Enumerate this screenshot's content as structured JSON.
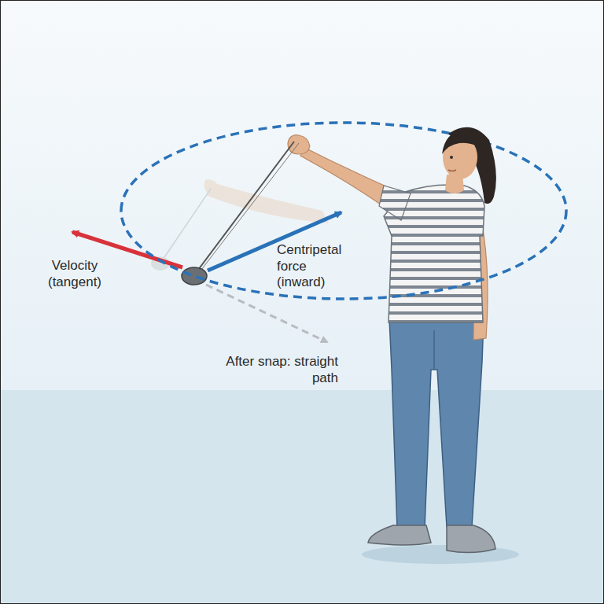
{
  "diagram": {
    "labels": [
      "Velocity (tangent)",
      "Centripetal force (inward)",
      "After snap: straight path"
    ]
  }
}
